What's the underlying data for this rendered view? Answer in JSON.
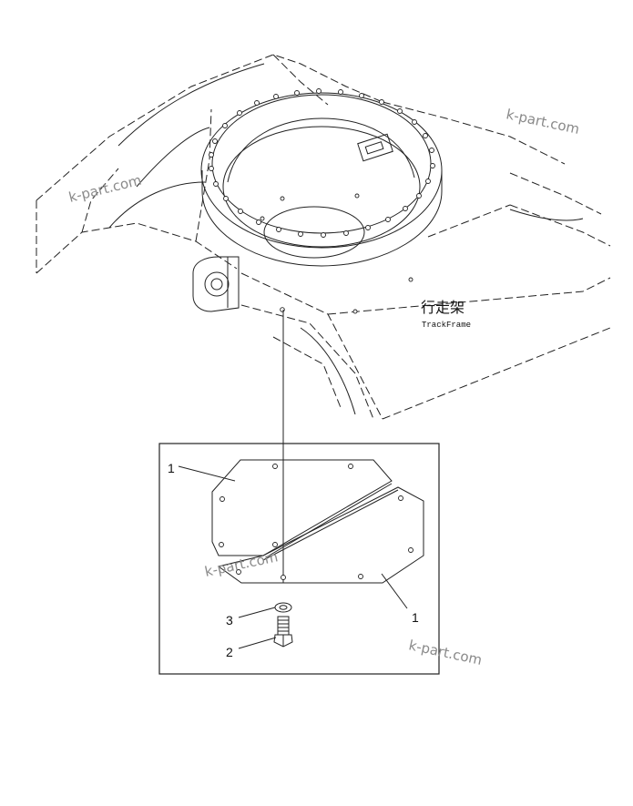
{
  "frame": {
    "label_cn": "行走架",
    "label_en": "TrackFrame"
  },
  "callouts": {
    "cover_left": "1",
    "cover_right": "1",
    "washer": "3",
    "bolt": "2"
  },
  "watermarks": [
    "k-part.com",
    "k-part.com",
    "k-part.com",
    "k-part.com"
  ]
}
